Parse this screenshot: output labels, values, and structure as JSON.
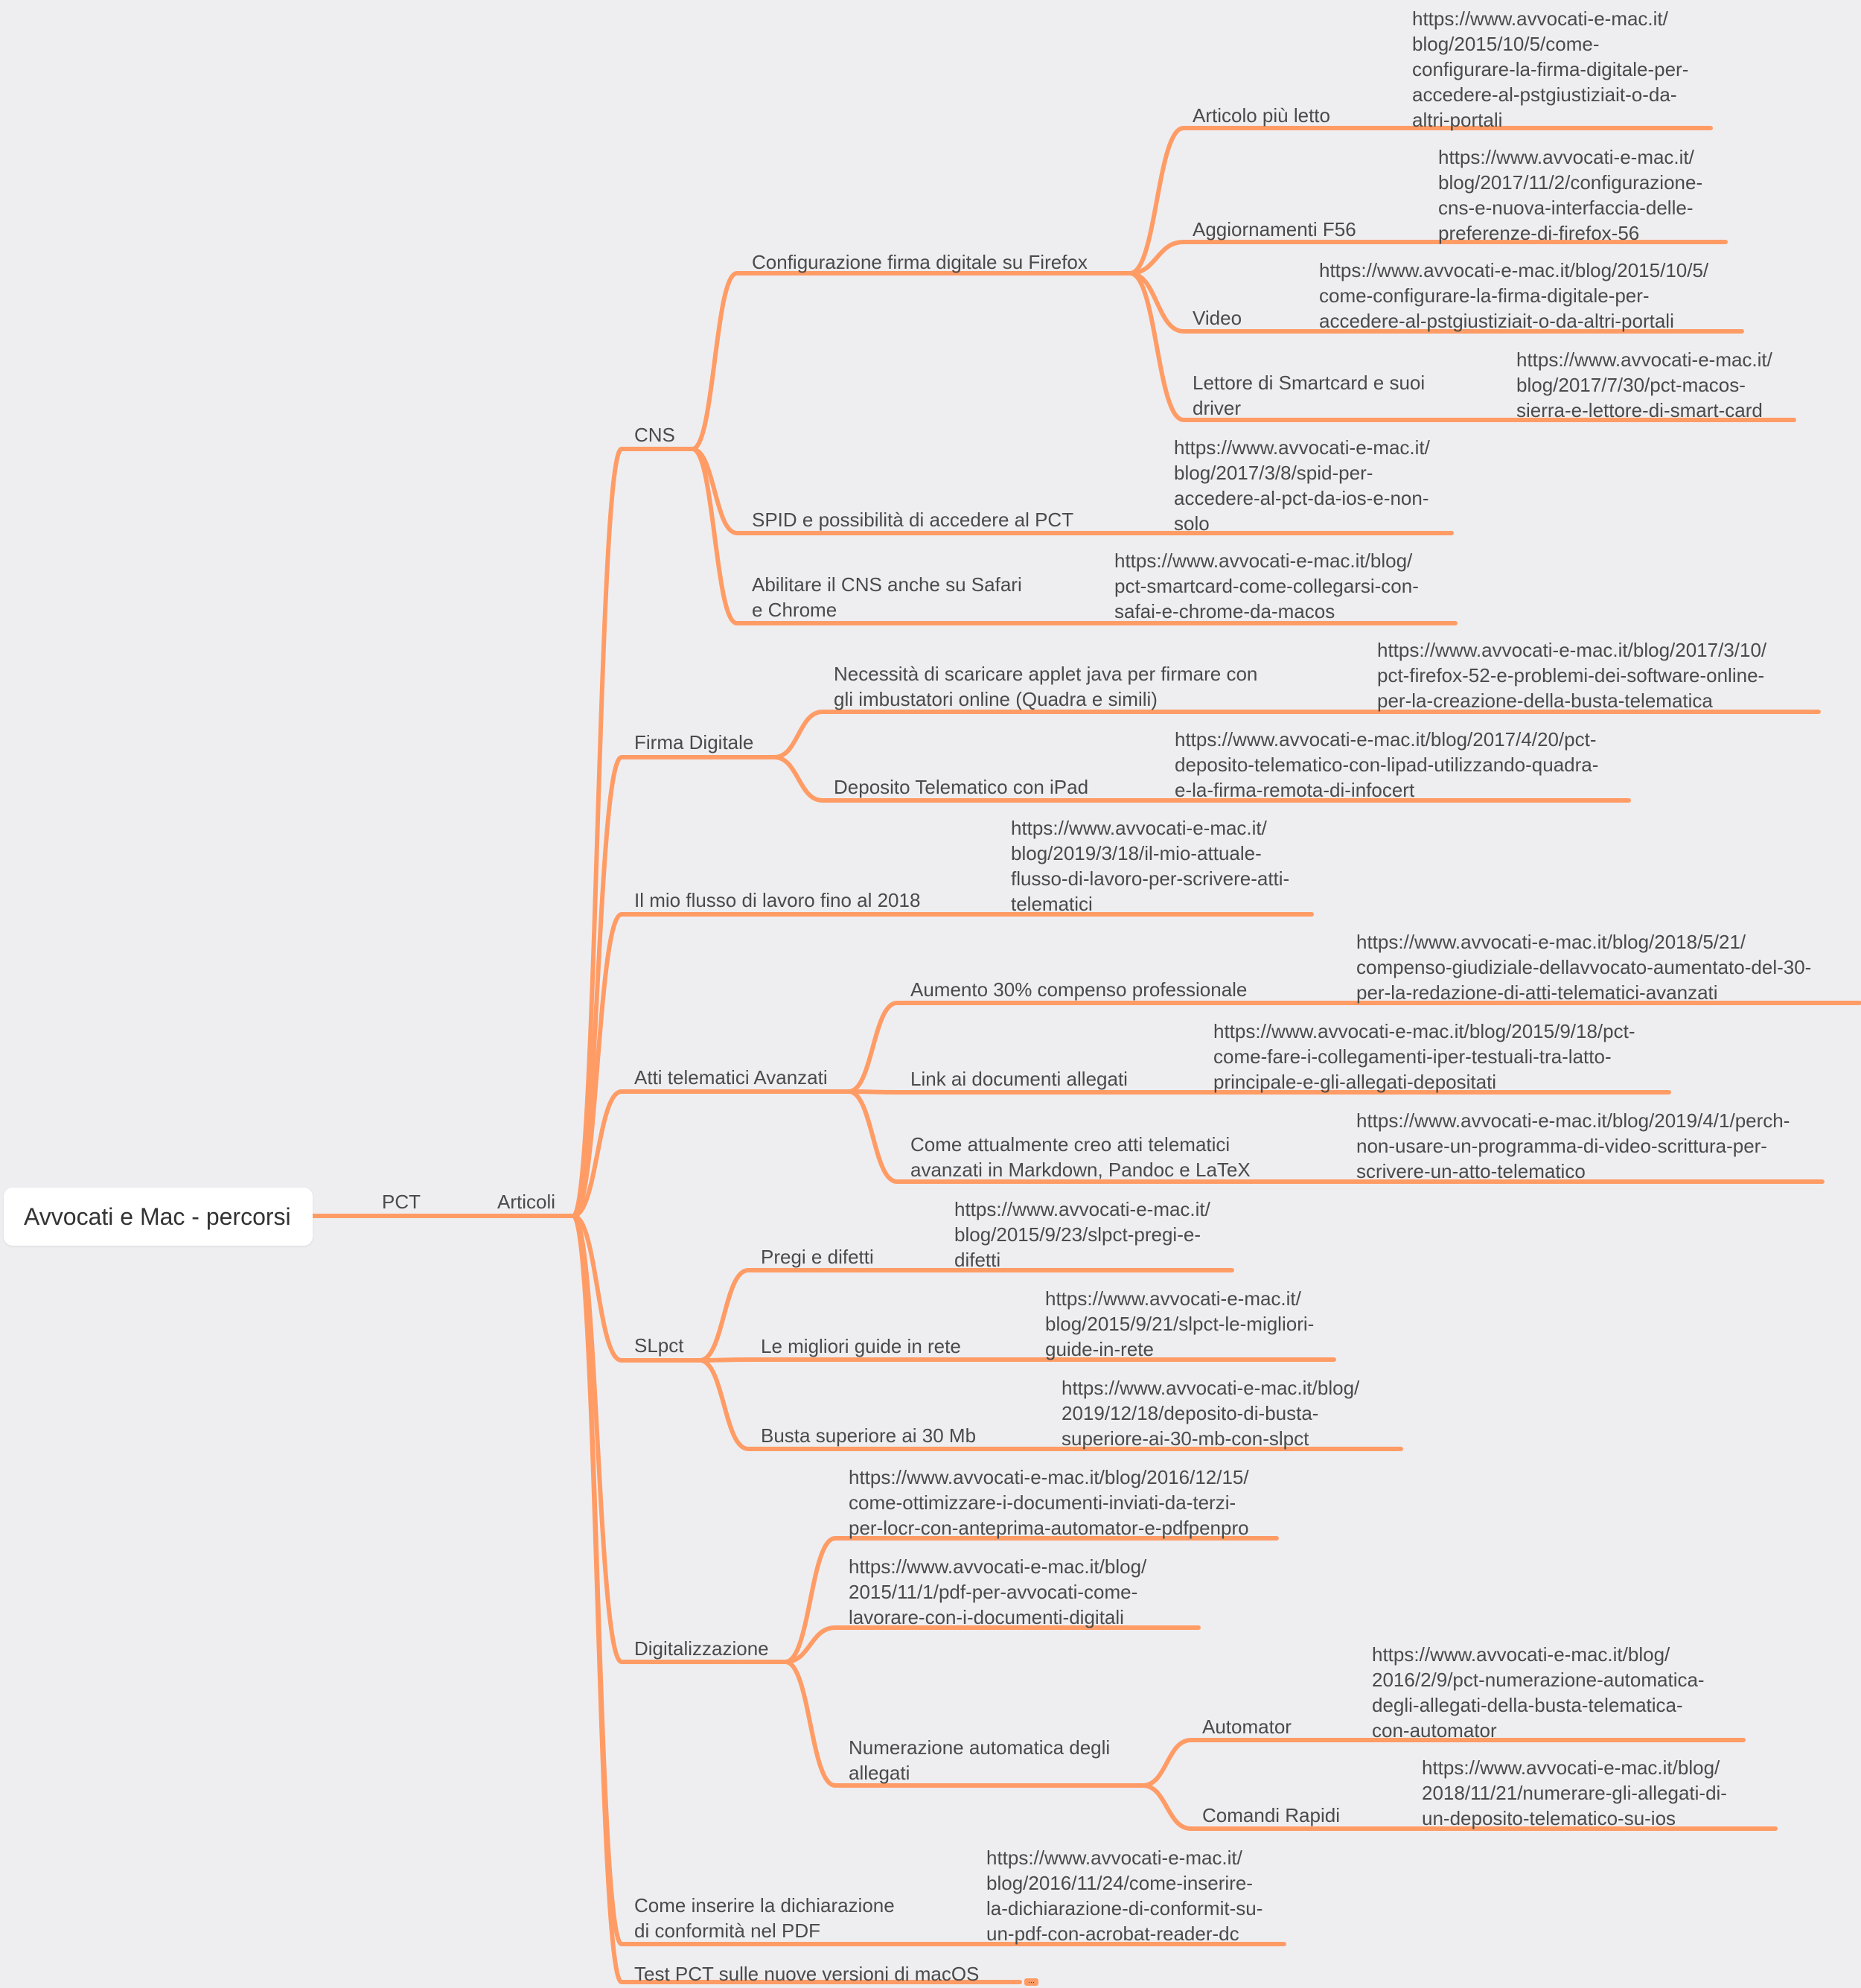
{
  "theme": {
    "background": "#eeeef1",
    "branch_color": "#ff9c66",
    "text_color": "#4a4a4a"
  },
  "root": {
    "label": "Avvocati e Mac - percorsi"
  },
  "nodes": {
    "pct": "PCT",
    "articoli": "Articoli",
    "cns": "CNS",
    "cns_firefox": "Configurazione firma digitale su Firefox",
    "cns_firefox_articolo": "Articolo più letto",
    "cns_firefox_articolo_url": "https://www.avvocati-e-mac.it/\nblog/2015/10/5/come-\nconfigurare-la-firma-digitale-per-\naccedere-al-pstgiustiziait-o-da-\naltri-portali",
    "cns_firefox_f56": "Aggiornamenti F56",
    "cns_firefox_f56_url": "https://www.avvocati-e-mac.it/\nblog/2017/11/2/configurazione-\ncns-e-nuova-interfaccia-delle-\npreferenze-di-firefox-56",
    "cns_firefox_video": "Video",
    "cns_firefox_video_url": "https://www.avvocati-e-mac.it/blog/2015/10/5/\ncome-configurare-la-firma-digitale-per-\naccedere-al-pstgiustiziait-o-da-altri-portali",
    "cns_firefox_lettore": "Lettore di Smartcard e suoi\ndriver",
    "cns_firefox_lettore_url": "https://www.avvocati-e-mac.it/\nblog/2017/7/30/pct-macos-\nsierra-e-lettore-di-smart-card",
    "cns_spid": "SPID e possibilità di accedere al PCT",
    "cns_spid_url": "https://www.avvocati-e-mac.it/\nblog/2017/3/8/spid-per-\naccedere-al-pct-da-ios-e-non-\nsolo",
    "cns_safari": "Abilitare il CNS anche su Safari\ne Chrome",
    "cns_safari_url": "https://www.avvocati-e-mac.it/blog/\npct-smartcard-come-collegarsi-con-\nsafai-e-chrome-da-macos",
    "firma": "Firma Digitale",
    "firma_applet": "Necessità di scaricare applet java per firmare con\ngli imbustatori online (Quadra e simili)",
    "firma_applet_url": "https://www.avvocati-e-mac.it/blog/2017/3/10/\npct-firefox-52-e-problemi-dei-software-online-\nper-la-creazione-della-busta-telematica",
    "firma_ipad": "Deposito Telematico con iPad",
    "firma_ipad_url": "https://www.avvocati-e-mac.it/blog/2017/4/20/pct-\ndeposito-telematico-con-lipad-utilizzando-quadra-\ne-la-firma-remota-di-infocert",
    "flusso": "Il mio flusso di lavoro fino al 2018",
    "flusso_url": "https://www.avvocati-e-mac.it/\nblog/2019/3/18/il-mio-attuale-\nflusso-di-lavoro-per-scrivere-atti-\ntelematici",
    "atti": "Atti telematici Avanzati",
    "atti_aumento": "Aumento 30% compenso professionale",
    "atti_aumento_url": "https://www.avvocati-e-mac.it/blog/2018/5/21/\ncompenso-giudiziale-dellavvocato-aumentato-del-30-\nper-la-redazione-di-atti-telematici-avanzati",
    "atti_link": "Link ai documenti allegati",
    "atti_link_url": "https://www.avvocati-e-mac.it/blog/2015/9/18/pct-\ncome-fare-i-collegamenti-iper-testuali-tra-latto-\nprincipale-e-gli-allegati-depositati",
    "atti_markdown": "Come attualmente creo atti telematici\navanzati in Markdown, Pandoc e LaTeX",
    "atti_markdown_url": "https://www.avvocati-e-mac.it/blog/2019/4/1/perch-\nnon-usare-un-programma-di-video-scrittura-per-\nscrivere-un-atto-telematico",
    "slpct": "SLpct",
    "slpct_pregi": "Pregi e difetti",
    "slpct_pregi_url": "https://www.avvocati-e-mac.it/\nblog/2015/9/23/slpct-pregi-e-\ndifetti",
    "slpct_guide": "Le migliori guide in rete",
    "slpct_guide_url": "https://www.avvocati-e-mac.it/\nblog/2015/9/21/slpct-le-migliori-\nguide-in-rete",
    "slpct_busta": "Busta superiore ai 30 Mb",
    "slpct_busta_url": "https://www.avvocati-e-mac.it/blog/\n2019/12/18/deposito-di-busta-\nsuperiore-ai-30-mb-con-slpct",
    "digit": "Digitalizzazione",
    "digit_url1": "https://www.avvocati-e-mac.it/blog/2016/12/15/\ncome-ottimizzare-i-documenti-inviati-da-terzi-\nper-locr-con-anteprima-automator-e-pdfpenpro",
    "digit_url2": "https://www.avvocati-e-mac.it/blog/\n2015/11/1/pdf-per-avvocati-come-\nlavorare-con-i-documenti-digitali",
    "digit_num": "Numerazione automatica degli\nallegati",
    "digit_automator": "Automator",
    "digit_automator_url": "https://www.avvocati-e-mac.it/blog/\n2016/2/9/pct-numerazione-automatica-\ndegli-allegati-della-busta-telematica-\ncon-automator",
    "digit_comandi": "Comandi Rapidi",
    "digit_comandi_url": "https://www.avvocati-e-mac.it/blog/\n2018/11/21/numerare-gli-allegati-di-\nun-deposito-telematico-su-ios",
    "conformita": "Come inserire la dichiarazione\ndi conformità nel PDF",
    "conformita_url": "https://www.avvocati-e-mac.it/\nblog/2016/11/24/come-inserire-\nla-dichiarazione-di-conformit-su-\nun-pdf-con-acrobat-reader-dc",
    "test": "Test PCT sulle nuove versioni di macOS",
    "more": "..."
  }
}
